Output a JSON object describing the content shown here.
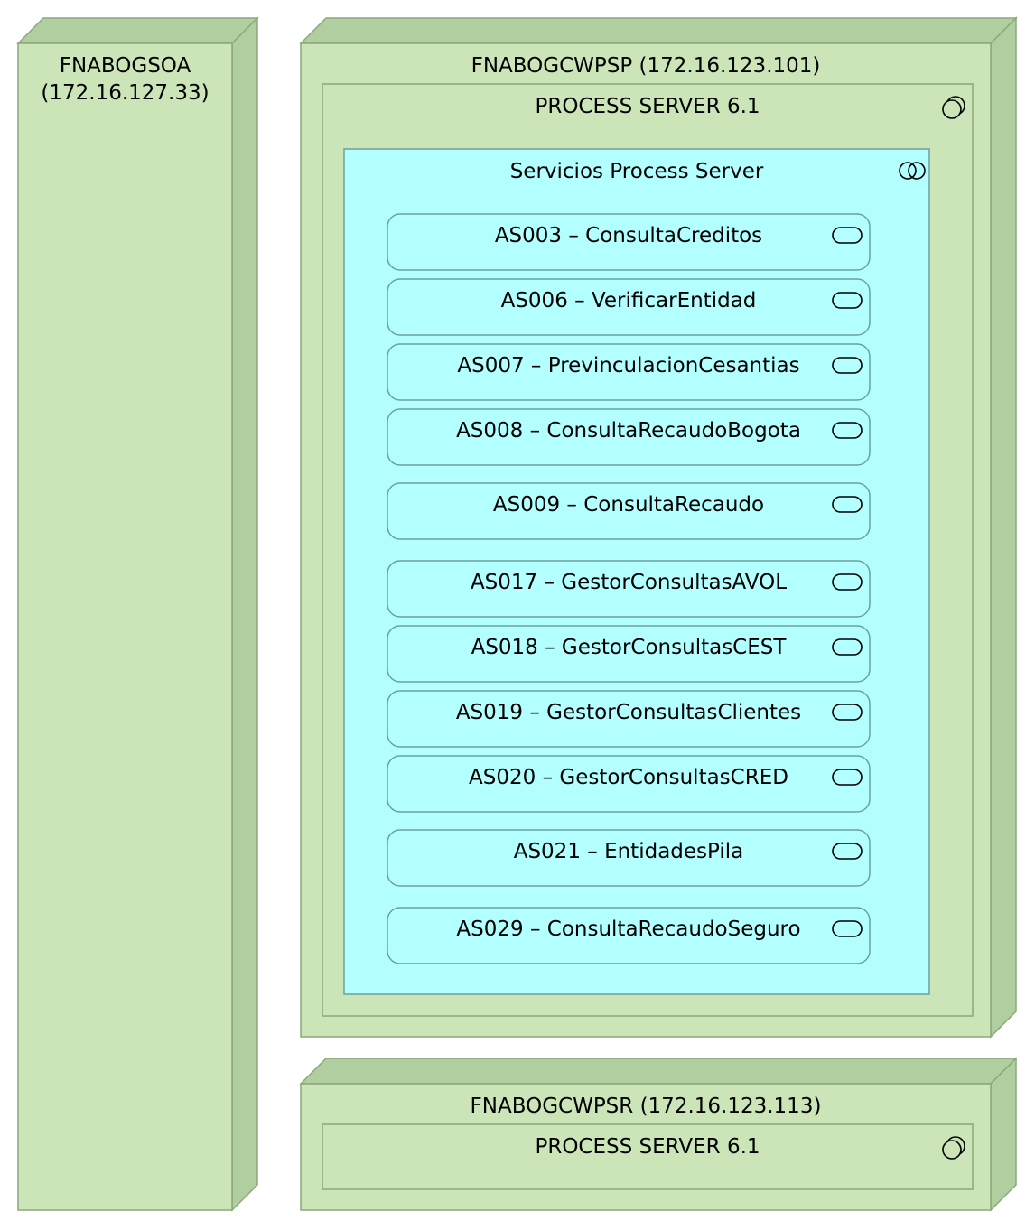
{
  "colors": {
    "node_front": "#cbe5b8",
    "node_side": "#b1cea0",
    "node_stroke": "#8aa87a",
    "service_area": "#b3ffff",
    "service_stroke": "#6aa0a0"
  },
  "nodes": {
    "soa": {
      "name": "FNABOGSOA",
      "ip": "(172.16.127.33)"
    },
    "wpsp": {
      "title": "FNABOGCWPSP (172.16.123.101)",
      "server": {
        "title": "PROCESS SERVER 6.1",
        "icon": "system-software-icon",
        "group": {
          "title": "Servicios Process Server",
          "icon": "application-collaboration-icon",
          "services": [
            {
              "label": "AS003 – ConsultaCreditos"
            },
            {
              "label": "AS006 – VerificarEntidad"
            },
            {
              "label": "AS007 – PrevinculacionCesantias"
            },
            {
              "label": "AS008 – ConsultaRecaudoBogota"
            },
            {
              "label": "AS009 – ConsultaRecaudo"
            },
            {
              "label": "AS017 – GestorConsultasAVOL"
            },
            {
              "label": "AS018 – GestorConsultasCEST"
            },
            {
              "label": "AS019 – GestorConsultasClientes"
            },
            {
              "label": "AS020 – GestorConsultasCRED"
            },
            {
              "label": "AS021 – EntidadesPila"
            },
            {
              "label": "AS029 – ConsultaRecaudoSeguro"
            }
          ],
          "service_icon": "application-service-icon"
        }
      }
    },
    "wpsr": {
      "title": "FNABOGCWPSR (172.16.123.113)",
      "server": {
        "title": "PROCESS SERVER 6.1",
        "icon": "system-software-icon"
      }
    }
  }
}
